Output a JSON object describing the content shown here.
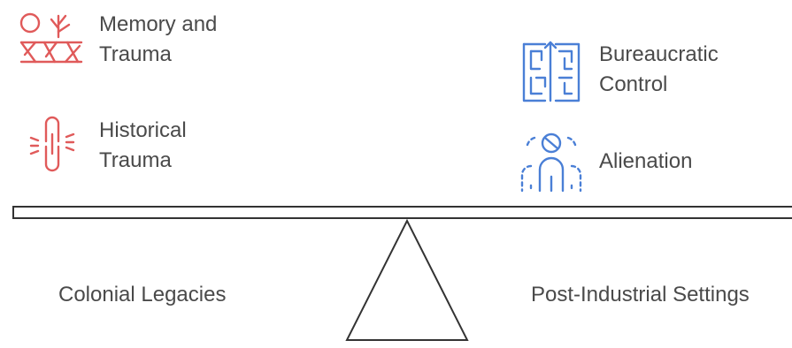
{
  "left_items": [
    {
      "line1": "Memory and",
      "line2": "Trauma",
      "icon": "memory-roots-icon"
    },
    {
      "line1": "Historical",
      "line2": "Trauma",
      "icon": "chain-link-icon"
    }
  ],
  "right_items": [
    {
      "line1": "Bureaucratic",
      "line2": "Control",
      "icon": "maze-icon"
    },
    {
      "line1": "Alienation",
      "icon": "isolated-person-icon"
    }
  ],
  "left_base_label": "Colonial Legacies",
  "right_base_label": "Post-Industrial Settings",
  "colors": {
    "left_accent": "#e05a5a",
    "right_accent": "#4a7fd6",
    "text": "#4a4a4a",
    "structure": "#333333"
  }
}
